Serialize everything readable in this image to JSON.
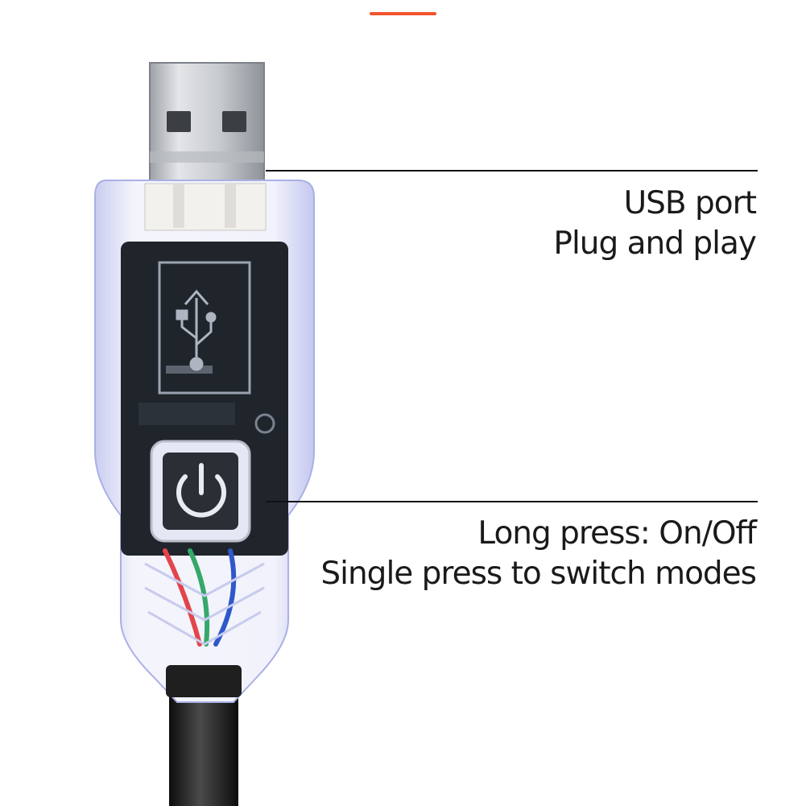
{
  "colors": {
    "accent": "#f2542d",
    "callout_line": "#111111",
    "label_text": "#1a1a1a",
    "housing": "#e9ecf8",
    "pcb": "#20252c",
    "wire_red": "#e2454b",
    "wire_green": "#35a86a",
    "wire_blue": "#2f58c9",
    "cable": "#1c1c1c"
  },
  "callouts": {
    "usb": {
      "line1": "USB port",
      "line2": "Plug and play"
    },
    "button": {
      "line1": "Long press: On/Off",
      "line2": "Single press to switch modes"
    }
  },
  "icons": {
    "pcb_symbol": "usb-trident-icon",
    "button_symbol": "power-icon"
  }
}
